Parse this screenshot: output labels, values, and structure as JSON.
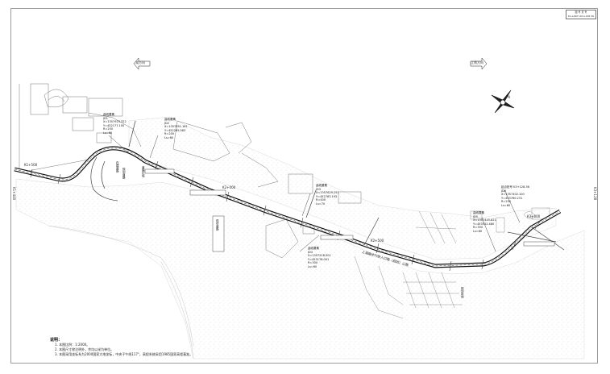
{
  "title_block": {
    "line1": "图 号  页 号",
    "line2": "K1+440～K3+128.36"
  },
  "direction_left": "湖方向",
  "direction_right": "江南方向",
  "side_left": "K1+440",
  "side_right": "K3+128",
  "north_label": "N",
  "notes": {
    "title": "说明：",
    "items": [
      "1. 本图比例：1:2000。",
      "2. 本图尺寸除注明外，余均以米为单位。",
      "3. 本图采用坐标系为2000国家大地坐标，中央子午线117°，高程系统采用1985国家高程基准。"
    ]
  },
  "callouts": [
    {
      "lines": [
        "曲线要素",
        "JD1",
        "X=1357923.322",
        "Y=452177.100",
        "R=250",
        "Ls=60"
      ]
    },
    {
      "lines": [
        "曲线要素",
        "JD2",
        "X=1357851.161",
        "Y=452265.583",
        "R=200",
        "Ls=60"
      ]
    },
    {
      "lines": [
        "曲线要素",
        "JD3",
        "X=1357629.251",
        "Y=452783.193",
        "R=400",
        "Ls=70"
      ]
    },
    {
      "lines": [
        "曲线要素",
        "JD4",
        "X=1357518.501",
        "Y=453178.001",
        "R=300",
        "Ls=60"
      ]
    },
    {
      "lines": [
        "曲线要素",
        "JD5",
        "X=1357445.821",
        "Y=453512.480",
        "R=350",
        "Ls=60"
      ]
    },
    {
      "lines": [
        "起点桩号 K3+128.36",
        "JD6",
        "X=1357402.100",
        "Y=453760.231",
        "R=250",
        "Ls=60"
      ]
    }
  ],
  "vertical_labels": [
    "在建道路",
    "规划道路",
    "现状道路",
    "道路红线",
    "规划用地",
    "上海路步行街入口路（规划）公路"
  ],
  "road_labels": [
    "K1+500",
    "K2+000",
    "K2+500",
    "K3+000"
  ]
}
